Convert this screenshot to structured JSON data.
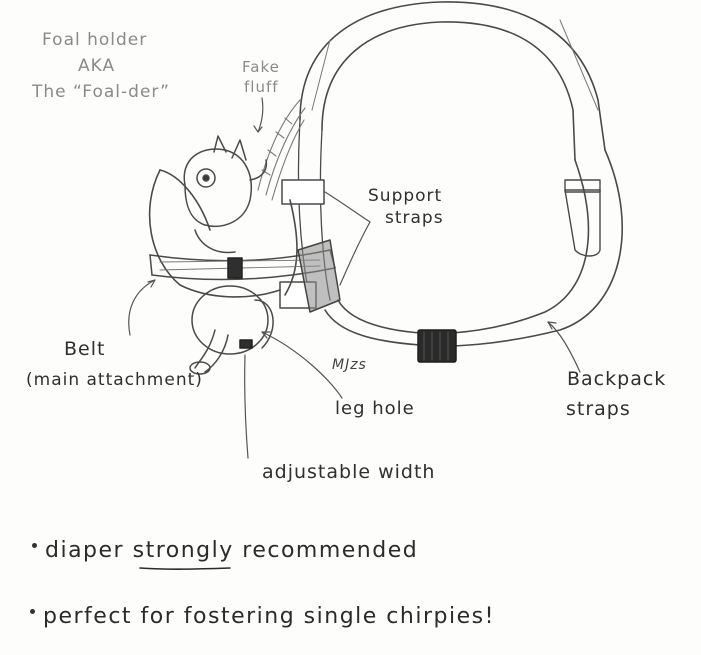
{
  "title": {
    "line1": "Foal holder",
    "line2": "AKA",
    "line3": "The “Foal-der”"
  },
  "labels": {
    "fake_fluff_1": "Fake",
    "fake_fluff_2": "fluff",
    "support_straps_1": "Support",
    "support_straps_2": "straps",
    "belt_1": "Belt",
    "belt_2": "(main attachment)",
    "leg_hole": "leg hole",
    "adjustable_width": "adjustable width",
    "backpack_straps_1": "Backpack",
    "backpack_straps_2": "straps"
  },
  "signature": "MJzs",
  "notes": {
    "note1_pre": "diaper ",
    "note1_emph": "strongly",
    "note1_post": " recommended",
    "note2": "perfect for fostering single chirpies!"
  }
}
